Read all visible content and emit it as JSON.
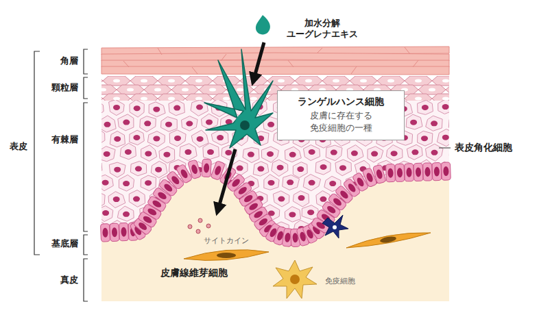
{
  "diagram": {
    "nodes": [
      {
        "text": [
          "ランゲルハンス細胞",
          "皮膚に存在する 免疫細胞の一種"
        ]
      }
    ],
    "labels": [
      "加水分解 ユーグレナエキス",
      "角層",
      "顆粒層",
      "有棘層",
      "基底層",
      "表皮",
      "真皮",
      "表皮角化細胞",
      "サイトカイン",
      "皮膚線維芽細胞",
      "免疫細胞"
    ]
  }
}
